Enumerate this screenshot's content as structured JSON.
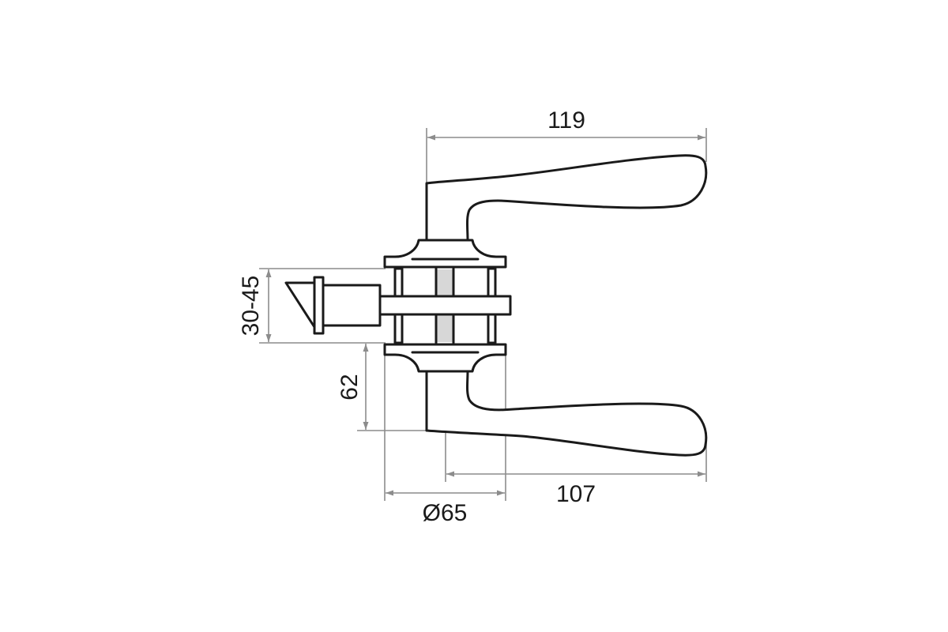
{
  "dimensions": {
    "lever_length_total": "119",
    "lever_length_from_axis": "107",
    "rosette_diameter": "Ø65",
    "handle_height": "62",
    "door_thickness": "30-45"
  }
}
